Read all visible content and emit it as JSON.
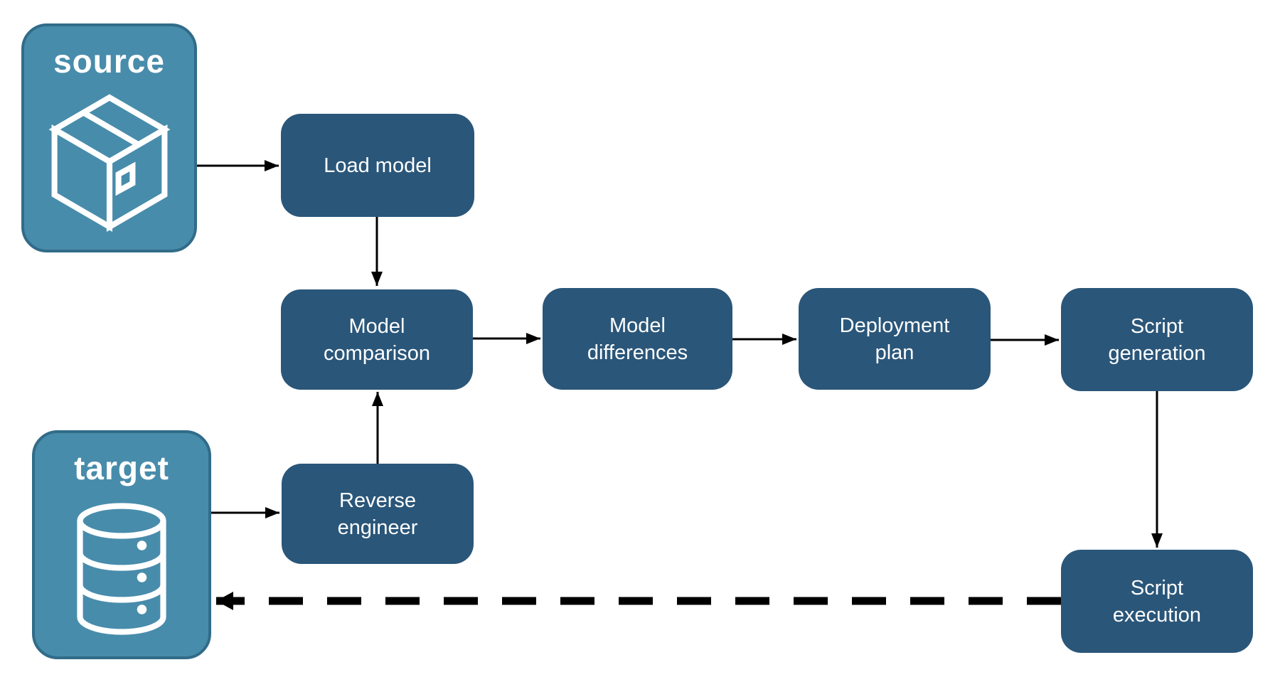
{
  "theme": {
    "background": "#ffffff",
    "node_fill": "#2a5679",
    "endpoint_fill": "#488cab",
    "endpoint_border": "#316c89",
    "text_color": "#ffffff",
    "arrow_color": "#000000"
  },
  "endpoints": {
    "source": {
      "label": "source",
      "icon": "package-icon"
    },
    "target": {
      "label": "target",
      "icon": "database-icon"
    }
  },
  "nodes": {
    "load_model": {
      "label": "Load model"
    },
    "model_comparison": {
      "label": "Model comparison"
    },
    "model_differences": {
      "label": "Model differences"
    },
    "deployment_plan": {
      "label": "Deployment plan"
    },
    "script_generation": {
      "label": "Script generation"
    },
    "reverse_engineer": {
      "label": "Reverse engineer"
    },
    "script_execution": {
      "label": "Script execution"
    }
  },
  "edges": [
    {
      "from": "source",
      "to": "load_model",
      "style": "solid"
    },
    {
      "from": "load_model",
      "to": "model_comparison",
      "style": "solid"
    },
    {
      "from": "model_comparison",
      "to": "model_differences",
      "style": "solid"
    },
    {
      "from": "model_differences",
      "to": "deployment_plan",
      "style": "solid"
    },
    {
      "from": "deployment_plan",
      "to": "script_generation",
      "style": "solid"
    },
    {
      "from": "script_generation",
      "to": "script_execution",
      "style": "solid"
    },
    {
      "from": "target",
      "to": "reverse_engineer",
      "style": "solid"
    },
    {
      "from": "reverse_engineer",
      "to": "model_comparison",
      "style": "solid"
    },
    {
      "from": "script_execution",
      "to": "target",
      "style": "dashed"
    }
  ]
}
